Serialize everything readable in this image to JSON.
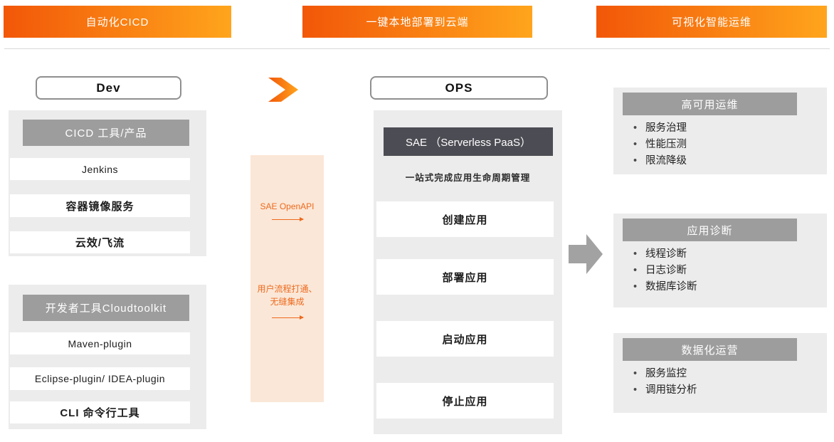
{
  "banners": [
    {
      "label": "自动化CICD"
    },
    {
      "label": "一键本地部署到云端"
    },
    {
      "label": "可视化智能运维"
    }
  ],
  "dev_section": {
    "title": "Dev",
    "group1": {
      "header": "CICD 工具/产品",
      "items": [
        "Jenkins",
        "容器镜像服务",
        "云效/飞流"
      ]
    },
    "group2": {
      "header": "开发者工具Cloudtoolkit",
      "items": [
        "Maven-plugin",
        "Eclipse-plugin/ IDEA-plugin",
        "CLI 命令行工具"
      ]
    }
  },
  "flow": {
    "api_label": "SAE OpenAPI",
    "integration_line1": "用户流程打通、",
    "integration_line2": "无缝集成"
  },
  "ops_section": {
    "title": "OPS",
    "header": "SAE （Serverless PaaS）",
    "subtitle": "一站式完成应用生命周期管理",
    "items": [
      "创建应用",
      "部署应用",
      "启动应用",
      "停止应用"
    ]
  },
  "ops_features": [
    {
      "header": "高可用运维",
      "items": [
        "服务治理",
        "性能压测",
        "限流降级"
      ]
    },
    {
      "header": "应用诊断",
      "items": [
        "线程诊断",
        "日志诊断",
        "数据库诊断"
      ]
    },
    {
      "header": "数据化运营",
      "items": [
        "服务监控",
        "调用链分析"
      ]
    }
  ],
  "colors": {
    "banner_gradient_start": "#f25708",
    "banner_gradient_end": "#ffa51c",
    "panel_bg": "#ececec",
    "panel_header_bg": "#9d9d9d",
    "sae_header_bg": "#4c4c54",
    "flow_bg": "#fbe7d7",
    "accent_orange": "#ed6a1e",
    "arrow_gray": "#a2a2a2"
  }
}
